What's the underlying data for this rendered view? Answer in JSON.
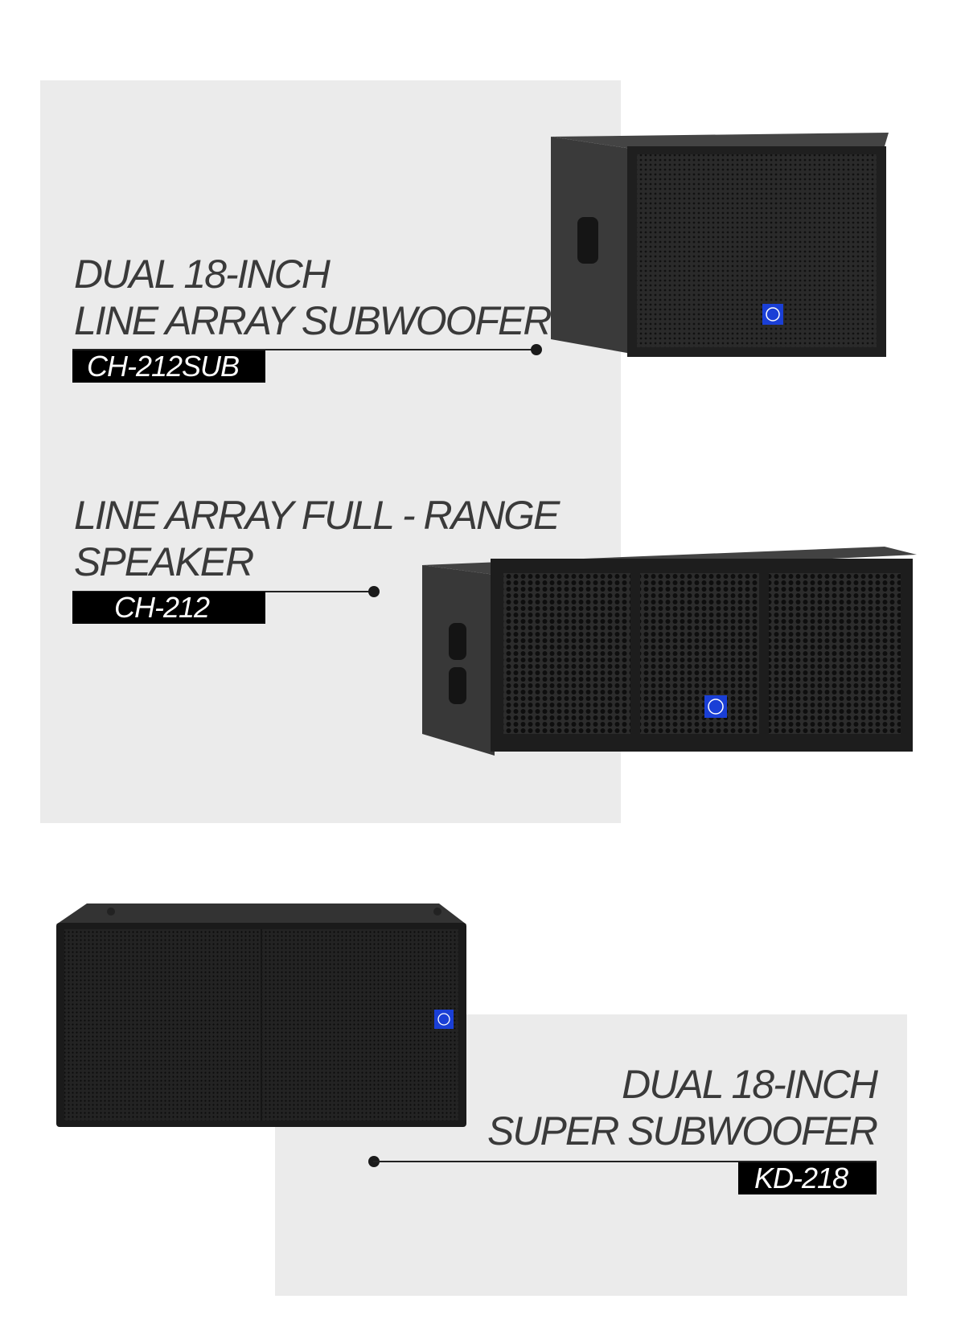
{
  "products": [
    {
      "title_lines": [
        "DUAL 18-INCH",
        "LINE ARRAY SUBWOOFER"
      ],
      "model": "CH-212SUB",
      "image_icon": "line-array-subwoofer-image"
    },
    {
      "title_lines": [
        "LINE ARRAY FULL - RANGE",
        "SPEAKER"
      ],
      "model": "CH-212",
      "image_icon": "line-array-full-range-speaker-image"
    },
    {
      "title_lines": [
        "DUAL 18-INCH",
        "SUPER SUBWOOFER"
      ],
      "model": "KD-218",
      "image_icon": "super-subwoofer-image"
    }
  ],
  "colors": {
    "panel": "#ebebeb",
    "text": "#3a3a3a",
    "badge": "#000000",
    "logo_badge": "#1a3fd6",
    "cabinet": "#2b2b2b"
  }
}
